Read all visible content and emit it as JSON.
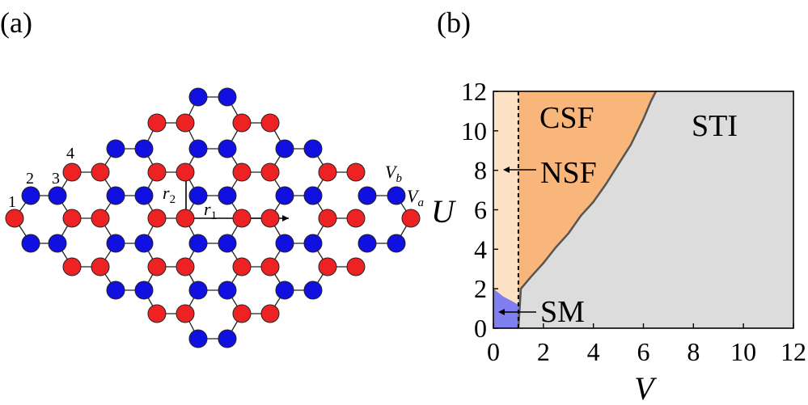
{
  "panel_a": {
    "label": "(a)",
    "site_numbers": [
      "1",
      "2",
      "3",
      "4"
    ],
    "vector_labels": {
      "r1": "r",
      "r1_sub": "1",
      "r2": "r",
      "r2_sub": "2"
    },
    "sublattice_labels": {
      "vb": "V",
      "vb_sub": "b",
      "va": "V",
      "va_sub": "a"
    },
    "colors": {
      "red": "#ee2222",
      "blue": "#1010e0",
      "bond": "#222222"
    }
  },
  "panel_b": {
    "label": "(b)",
    "regions": {
      "csf": "CSF",
      "sti": "STI",
      "nsf": "NSF",
      "sm": "SM"
    },
    "colors": {
      "nsf": "#fde1c4",
      "csf": "#f9b67a",
      "sti": "#dcdcdc",
      "sm": "#7f7ff0",
      "boundary": "#555555"
    }
  },
  "chart_data": {
    "type": "area",
    "xlabel": "V",
    "ylabel": "U",
    "xlim": [
      0,
      12
    ],
    "ylim": [
      0,
      12
    ],
    "xticks": [
      "0",
      "2",
      "4",
      "6",
      "8",
      "10",
      "12"
    ],
    "yticks": [
      "0",
      "2",
      "4",
      "6",
      "8",
      "10",
      "12"
    ],
    "grid": false,
    "nsf_csf_divider_V": 1.0,
    "sti_boundary": {
      "V": [
        1.0,
        1.1,
        1.5,
        2.0,
        2.5,
        3.0,
        3.5,
        4.0,
        4.5,
        5.0,
        5.5,
        6.0,
        6.3,
        6.5,
        12.0
      ],
      "U": [
        0.0,
        2.0,
        2.6,
        3.3,
        4.1,
        4.8,
        5.7,
        6.4,
        7.3,
        8.3,
        9.3,
        10.6,
        11.5,
        12.0,
        12.0
      ]
    },
    "sm_boundary": {
      "V": [
        0.0,
        0.0,
        0.4,
        1.0,
        1.0,
        0.0
      ],
      "U": [
        0.0,
        2.0,
        1.6,
        1.2,
        0.0,
        0.0
      ]
    }
  }
}
